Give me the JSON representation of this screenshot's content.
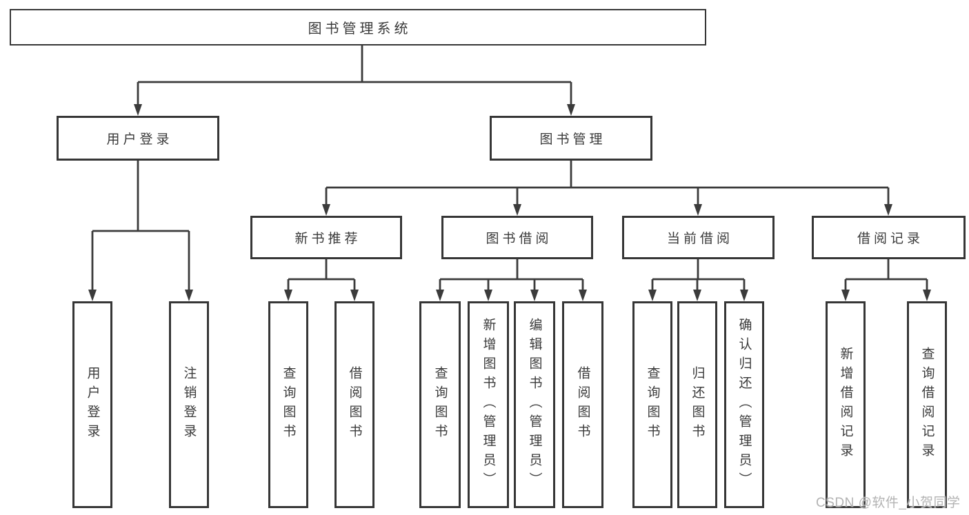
{
  "tree": {
    "label": "图书管理系统",
    "children": [
      {
        "label": "用户登录",
        "children": [
          {
            "label": "用户登录"
          },
          {
            "label": "注销登录"
          }
        ]
      },
      {
        "label": "图书管理",
        "children": [
          {
            "label": "新书推荐",
            "children": [
              {
                "label": "查询图书"
              },
              {
                "label": "借阅图书"
              }
            ]
          },
          {
            "label": "图书借阅",
            "children": [
              {
                "label": "查询图书"
              },
              {
                "label": "新增图书（管理员）"
              },
              {
                "label": "编辑图书（管理员）"
              },
              {
                "label": "借阅图书"
              }
            ]
          },
          {
            "label": "当前借阅",
            "children": [
              {
                "label": "查询图书"
              },
              {
                "label": "归还图书"
              },
              {
                "label": "确认归还（管理员）"
              }
            ]
          },
          {
            "label": "借阅记录",
            "children": [
              {
                "label": "新增借阅记录"
              },
              {
                "label": "查询借阅记录"
              }
            ]
          }
        ]
      }
    ]
  },
  "watermark": {
    "text": "CSDN @软件_小贺同学"
  },
  "colors": {
    "line": "#3b3b3b",
    "box_border": "#363636",
    "text": "#3a3a3a",
    "watermark": "#b3b3b3",
    "background": "#ffffff"
  }
}
